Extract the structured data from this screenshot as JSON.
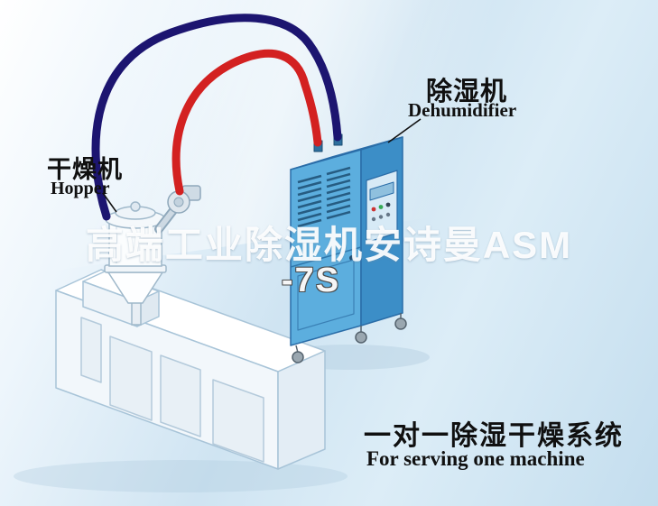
{
  "diagram": {
    "labels": {
      "dehumidifier": {
        "zh": "除湿机",
        "en": "Dehumidifier"
      },
      "hopper": {
        "zh": "干燥机",
        "en": "Hopper"
      }
    },
    "watermark": {
      "line1": "高端工业除湿机安诗曼ASM",
      "line2": "-7S"
    },
    "caption": {
      "zh": "一对一除湿干燥系统",
      "en": "For serving one machine"
    },
    "colors": {
      "pipe_red": "#d32121",
      "pipe_navy": "#1c1570",
      "cabinet_blue_front": "#5caede",
      "cabinet_blue_side": "#3c8ec7",
      "cabinet_blue_top": "#bfe0f2",
      "cabinet_outline": "#2a6da8",
      "machine_body": "#f2f7fb",
      "background_blue": "#cfe4f2",
      "label_text": "#101010",
      "watermark_white": "#ffffff"
    }
  }
}
